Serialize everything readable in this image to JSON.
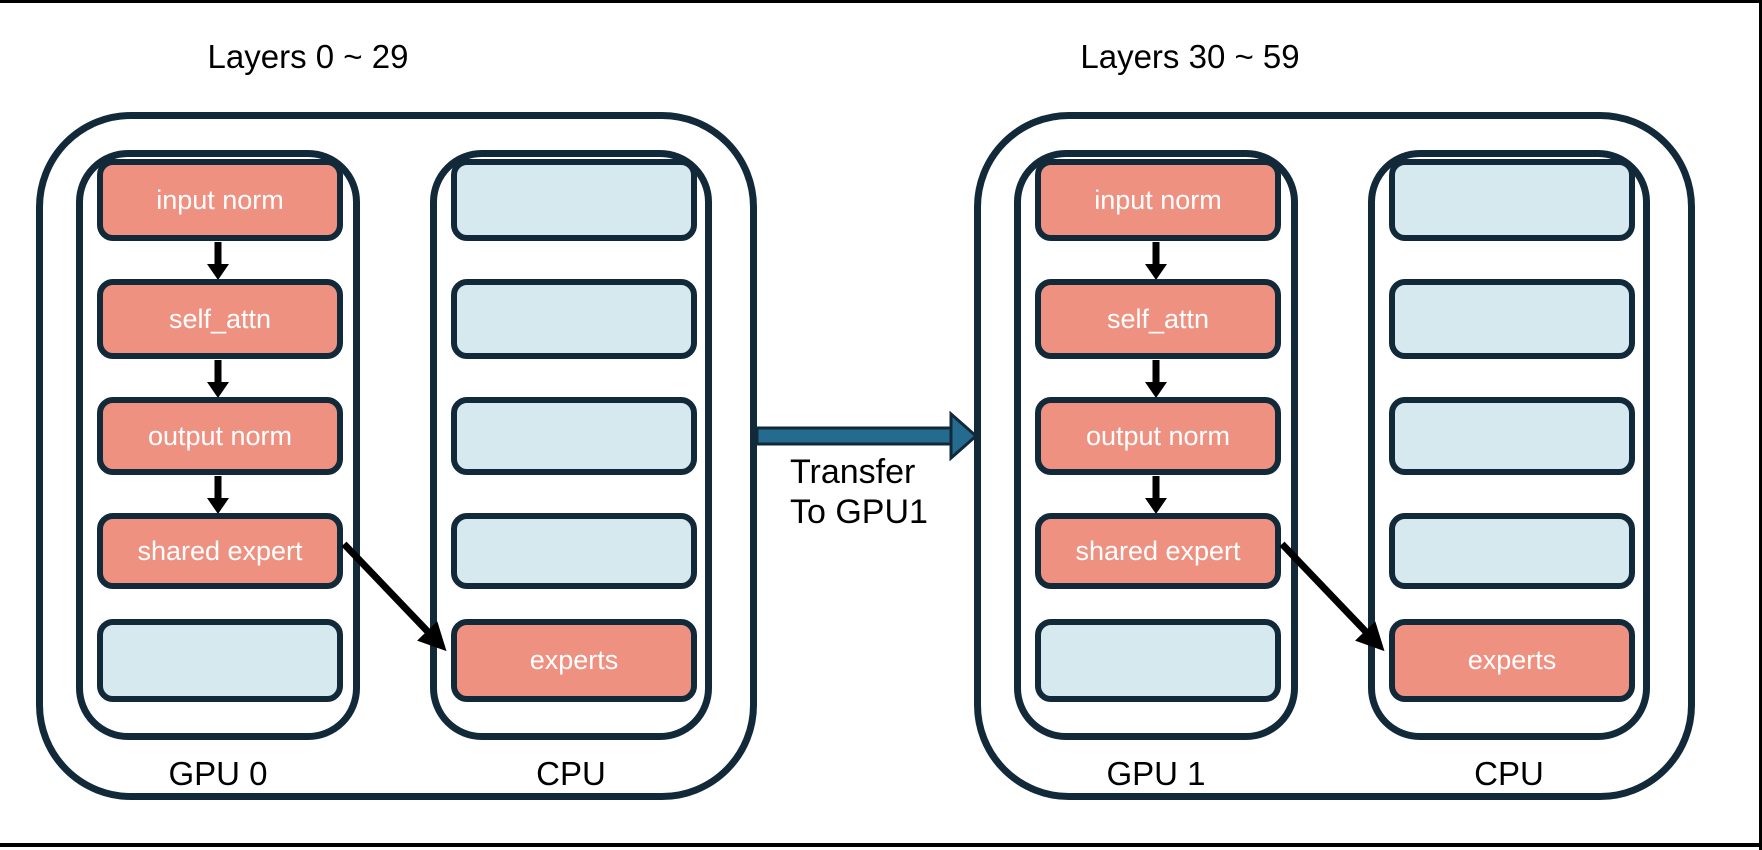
{
  "diagram": {
    "groups": [
      {
        "title": "Layers 0 ~ 29",
        "columns": [
          {
            "label": "GPU 0",
            "boxes": [
              {
                "label": "input norm",
                "type": "active"
              },
              {
                "label": "self_attn",
                "type": "active"
              },
              {
                "label": "output norm",
                "type": "active"
              },
              {
                "label": "shared expert",
                "type": "active"
              },
              {
                "label": "",
                "type": "idle"
              }
            ]
          },
          {
            "label": "CPU",
            "boxes": [
              {
                "label": "",
                "type": "idle"
              },
              {
                "label": "",
                "type": "idle"
              },
              {
                "label": "",
                "type": "idle"
              },
              {
                "label": "",
                "type": "idle"
              },
              {
                "label": "experts",
                "type": "active"
              }
            ]
          }
        ]
      },
      {
        "title": "Layers 30 ~ 59",
        "columns": [
          {
            "label": "GPU 1",
            "boxes": [
              {
                "label": "input norm",
                "type": "active"
              },
              {
                "label": "self_attn",
                "type": "active"
              },
              {
                "label": "output norm",
                "type": "active"
              },
              {
                "label": "shared expert",
                "type": "active"
              },
              {
                "label": "",
                "type": "idle"
              }
            ]
          },
          {
            "label": "CPU",
            "boxes": [
              {
                "label": "",
                "type": "idle"
              },
              {
                "label": "",
                "type": "idle"
              },
              {
                "label": "",
                "type": "idle"
              },
              {
                "label": "",
                "type": "idle"
              },
              {
                "label": "experts",
                "type": "active"
              }
            ]
          }
        ]
      }
    ],
    "transfer": {
      "line1": "Transfer",
      "line2": "To GPU1"
    }
  },
  "colors": {
    "border": "#12293A",
    "module_active": "#EE9181",
    "module_idle": "#D5E9EF",
    "transfer_arrow": "#246B8F",
    "text_on_module": "#FFFFFF",
    "text": "#000000",
    "background": "#FFFFFF"
  }
}
